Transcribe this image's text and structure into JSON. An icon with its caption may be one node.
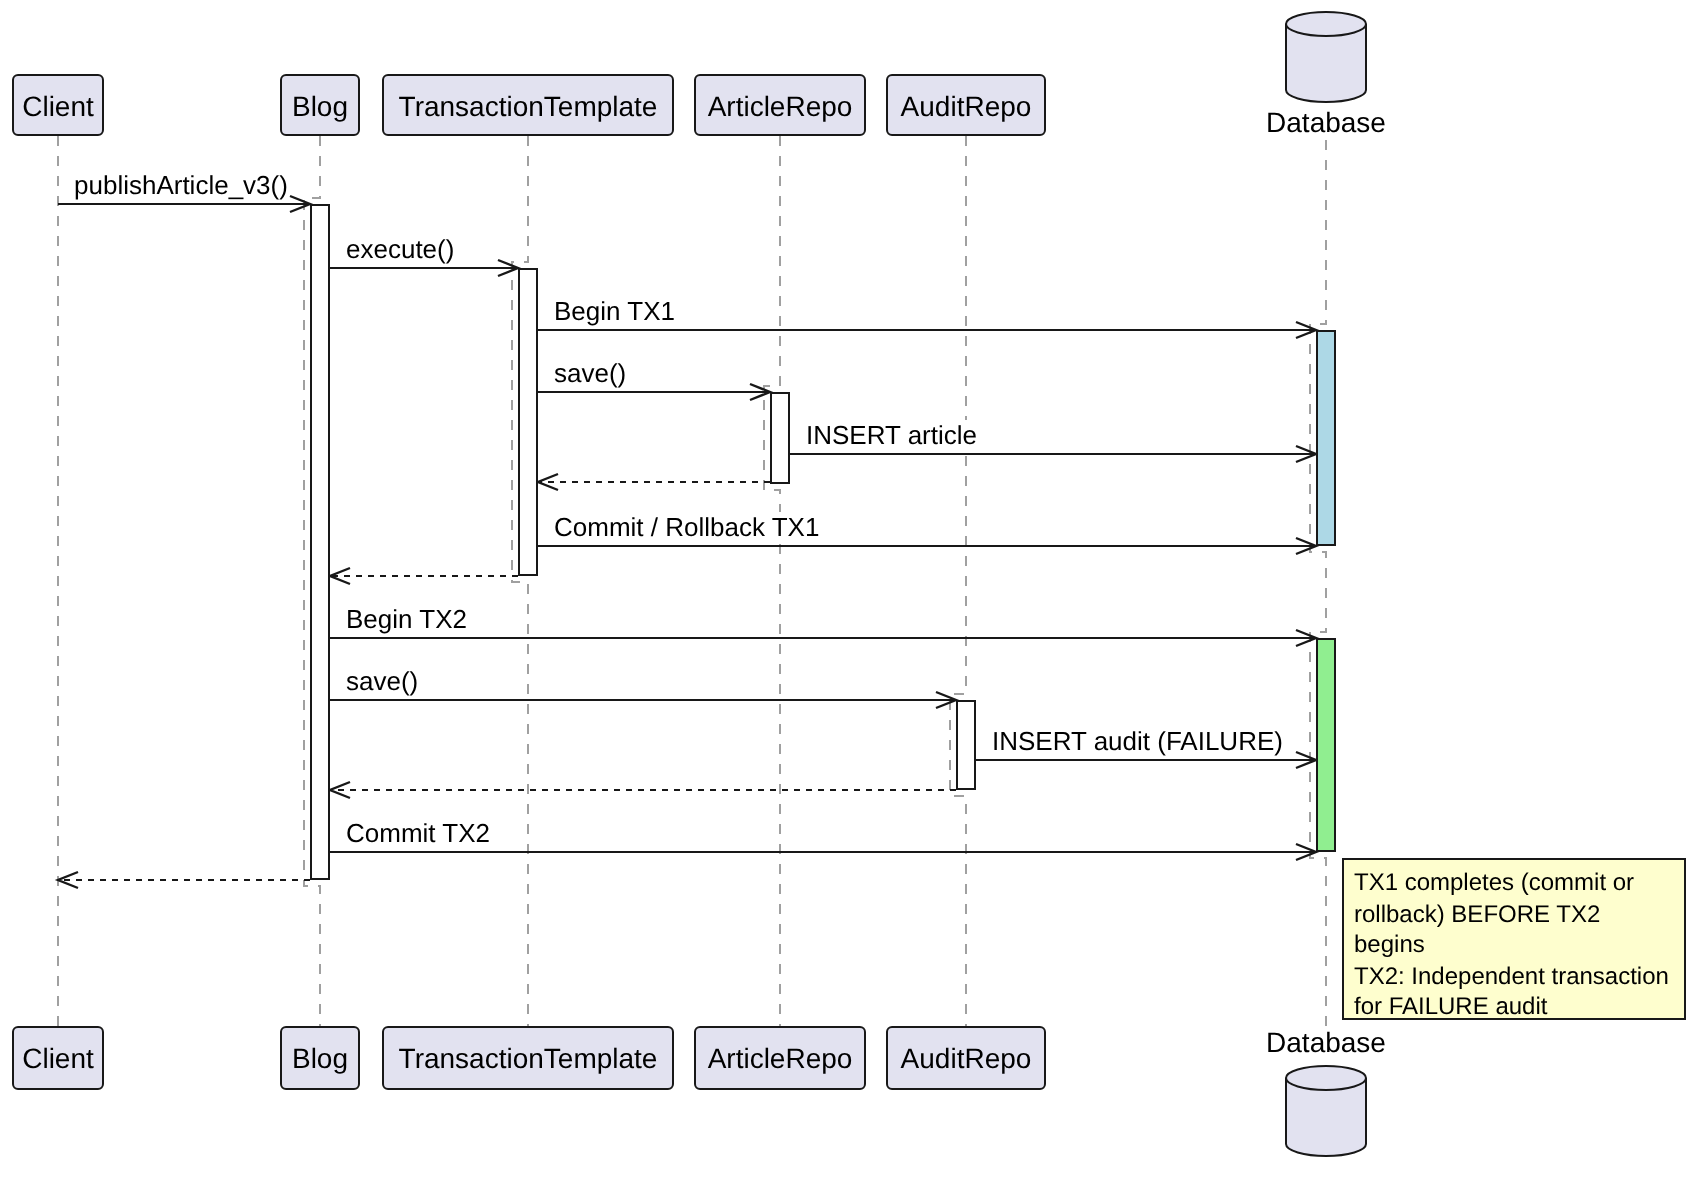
{
  "diagram": {
    "nodes": [
      {
        "text": [
          "Client"
        ]
      },
      {
        "text": [
          "Blog"
        ]
      },
      {
        "text": [
          "TransactionTemplate"
        ]
      },
      {
        "text": [
          "ArticleRepo"
        ]
      },
      {
        "text": [
          "AuditRepo"
        ]
      },
      {
        "text": [
          "Database"
        ]
      },
      {
        "text": [
          "Client"
        ]
      },
      {
        "text": [
          "Blog"
        ]
      },
      {
        "text": [
          "TransactionTemplate"
        ]
      },
      {
        "text": [
          "ArticleRepo"
        ]
      },
      {
        "text": [
          "AuditRepo"
        ]
      },
      {
        "text": [
          "Database"
        ]
      },
      {
        "text": [],
        "shape": "bar"
      },
      {
        "text": [],
        "shape": "bar"
      },
      {
        "text": [],
        "shape": "bar"
      },
      {
        "text": [],
        "shape": "bar"
      },
      {
        "text": [],
        "shape": "bar"
      },
      {
        "text": [],
        "shape": "bar"
      },
      {
        "text": [
          "TX1 completes (commit or rollback) BEFORE TX2 begins",
          "TX2: Independent transaction for FAILURE audit"
        ]
      }
    ],
    "edges": [
      {
        "from": 0,
        "to": 6,
        "arrow": "none",
        "style": "dashed",
        "color": "#a0a0a0"
      },
      {
        "from": 1,
        "to": 7,
        "arrow": "none",
        "style": "dashed",
        "color": "#a0a0a0"
      },
      {
        "from": 2,
        "to": 8,
        "arrow": "none",
        "style": "dashed",
        "color": "#a0a0a0"
      },
      {
        "from": 3,
        "to": 9,
        "arrow": "none",
        "style": "dashed",
        "color": "#a0a0a0"
      },
      {
        "from": 4,
        "to": 10,
        "arrow": "none",
        "style": "dashed",
        "color": "#a0a0a0"
      },
      {
        "from": 5,
        "to": 11,
        "arrow": "none",
        "style": "dashed",
        "color": "#a0a0a0"
      },
      {
        "from": null,
        "to": 12,
        "arrow": "to",
        "label": "publishArticle_v3()"
      },
      {
        "from": 12,
        "to": 13,
        "arrow": "to",
        "label": "execute()"
      },
      {
        "from": 13,
        "to": 15,
        "arrow": "to",
        "label": "Begin TX1"
      },
      {
        "from": 13,
        "to": 14,
        "arrow": "to",
        "label": "save()"
      },
      {
        "from": 14,
        "to": 15,
        "arrow": "to",
        "label": "INSERT article"
      },
      {
        "from": 14,
        "to": 13,
        "arrow": "to",
        "style": "dashed"
      },
      {
        "from": 13,
        "to": 15,
        "arrow": "to",
        "label": "Commit / Rollback TX1"
      },
      {
        "from": 13,
        "to": 12,
        "arrow": "to",
        "style": "dashed"
      },
      {
        "from": 12,
        "to": 16,
        "arrow": "to",
        "label": "Begin TX2"
      },
      {
        "from": 12,
        "to": 17,
        "arrow": "to",
        "label": "save()"
      },
      {
        "from": 17,
        "to": 16,
        "arrow": "to",
        "label": "INSERT audit (FAILURE)"
      },
      {
        "from": 17,
        "to": 12,
        "arrow": "to",
        "style": "dashed"
      },
      {
        "from": 12,
        "to": 16,
        "arrow": "to",
        "label": "Commit TX2"
      },
      {
        "from": 12,
        "to": null,
        "arrow": "to",
        "style": "dashed"
      }
    ]
  }
}
